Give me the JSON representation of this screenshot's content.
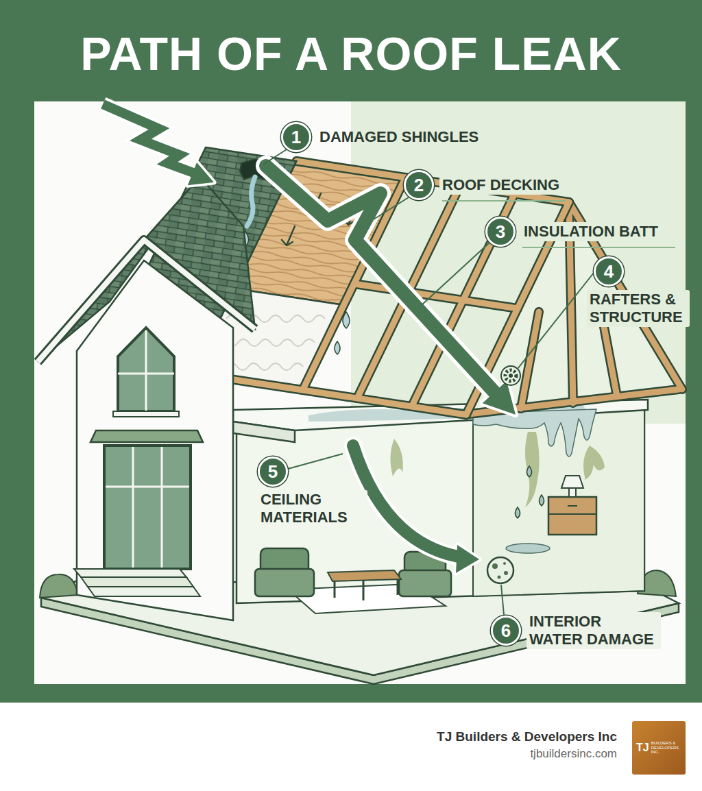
{
  "diagram": {
    "title": "PATH OF A ROOF LEAK",
    "nodes": [
      {
        "text": [
          "1",
          "DAMAGED SHINGLES"
        ]
      },
      {
        "text": [
          "2",
          "ROOF DECKING"
        ]
      },
      {
        "text": [
          "3",
          "INSULATION BATT"
        ]
      },
      {
        "text": [
          "4",
          "RAFTERS & STRUCTURE"
        ]
      },
      {
        "text": [
          "5",
          "CEILING MATERIALS"
        ]
      },
      {
        "text": [
          "6",
          "INTERIOR WATER DAMAGE"
        ]
      },
      {
        "text": [
          "TJ",
          "BUILDERS & DEVELOPERS INC."
        ]
      }
    ],
    "labels": [
      "TJ Builders & Developers Inc",
      "tjbuildersinc.com"
    ]
  }
}
